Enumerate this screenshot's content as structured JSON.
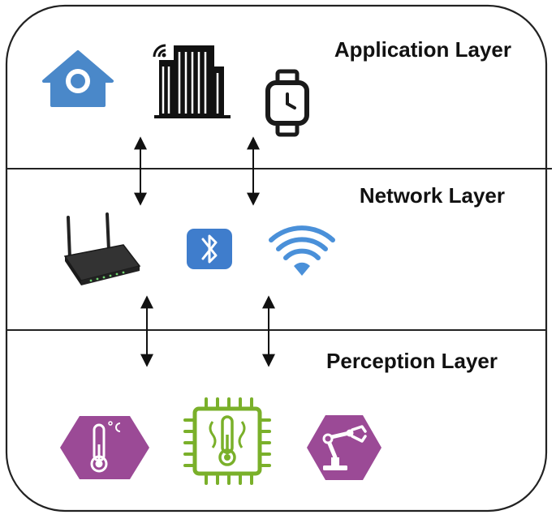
{
  "layers": [
    {
      "title": "Application Layer"
    },
    {
      "title": "Network Layer"
    },
    {
      "title": "Perception Layer"
    }
  ],
  "icons": {
    "application": [
      "smart-home-icon",
      "office-building-icon",
      "smartwatch-icon"
    ],
    "network": [
      "wifi-router-icon",
      "bluetooth-icon",
      "wifi-signal-icon"
    ],
    "perception": [
      "temperature-sensor-icon",
      "thermal-chip-icon",
      "robotic-arm-icon"
    ]
  },
  "colors": {
    "home_blue": "#4a88c9",
    "bluetooth_blue": "#3f7dcc",
    "wifi_blue": "#4a90d9",
    "sensor_purple": "#9b4a96",
    "chip_green": "#7ab02a",
    "border": "#222222",
    "text": "#111111"
  }
}
